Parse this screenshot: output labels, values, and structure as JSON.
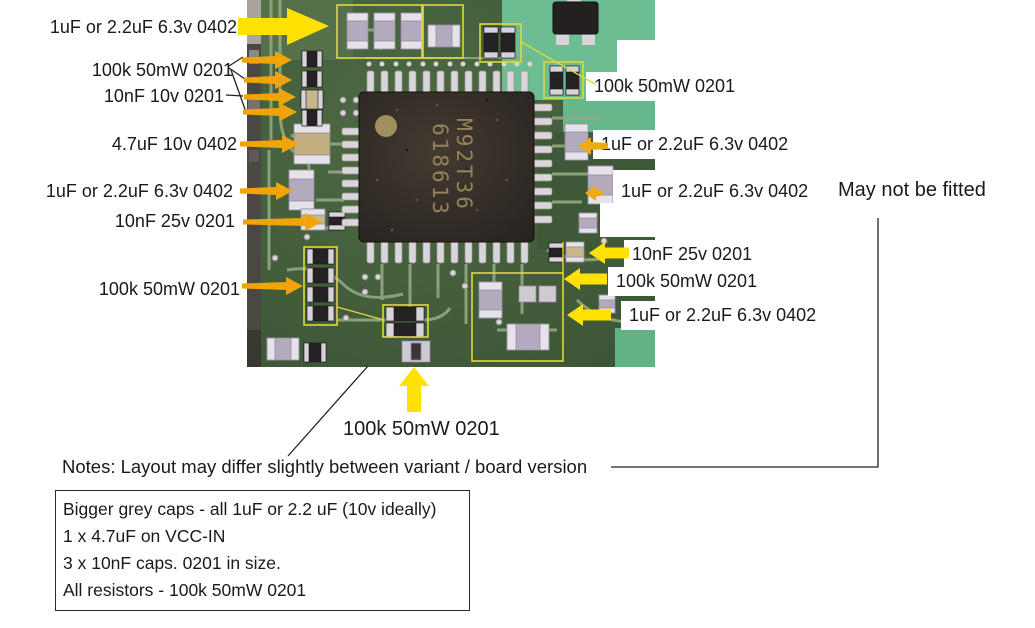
{
  "chip": {
    "marking_line1": "M92T36",
    "marking_line2": "618613"
  },
  "labels": {
    "left": [
      "1uF or 2.2uF 6.3v 0402",
      "100k 50mW 0201",
      "10nF 10v 0201",
      "4.7uF 10v 0402",
      "1uF or 2.2uF 6.3v 0402",
      "10nF 25v 0201",
      "100k 50mW 0201"
    ],
    "right": [
      "100k 50mW 0201",
      "1uF or 2.2uF 6.3v 0402",
      "1uF or 2.2uF 6.3v 0402",
      "10nF 25v 0201",
      "100k 50mW 0201",
      "1uF or 2.2uF 6.3v 0402"
    ],
    "bottom": "100k 50mW 0201",
    "side_note": "May not be fitted"
  },
  "notes": {
    "line": "Notes: Layout may differ slightly between variant / board version",
    "box_lines": [
      "Bigger grey caps - all 1uF or 2.2 uF (10v ideally)",
      "1 x 4.7uF on VCC-IN",
      "3 x 10nF caps. 0201 in size.",
      "All resistors - 100k 50mW 0201"
    ]
  },
  "colors": {
    "arrow_yellow": "#ffe104",
    "arrow_orange": "#f0a408",
    "arrow_gold": "#edaa14",
    "highlight_box_yellow": "#ded83e",
    "pcb_green": "#44603c",
    "pcb_mint": "#6cbd92",
    "chip_body": "#2e2823",
    "chip_text": "#9b885b",
    "text": "#1a1a1a"
  }
}
